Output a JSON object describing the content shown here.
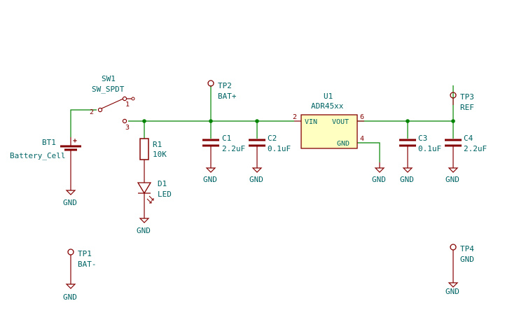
{
  "colors": {
    "wire": "#008400",
    "component": "#840000",
    "body_fill": "#ffffc2",
    "text": "#006464",
    "junction": "#008400"
  },
  "components": {
    "bt1": {
      "ref": "BT1",
      "value": "Battery_Cell",
      "plus": "+"
    },
    "sw1": {
      "ref": "SW1",
      "value": "SW_SPDT",
      "pin1": "1",
      "pin2": "2",
      "pin3": "3"
    },
    "r1": {
      "ref": "R1",
      "value": "10K"
    },
    "d1": {
      "ref": "D1",
      "value": "LED"
    },
    "c1": {
      "ref": "C1",
      "value": "2.2uF"
    },
    "c2": {
      "ref": "C2",
      "value": "0.1uF"
    },
    "u1": {
      "ref": "U1",
      "value": "ADR45xx",
      "vin": "VIN",
      "vout": "VOUT",
      "gnd": "GND",
      "pin_vin": "2",
      "pin_vout": "6",
      "pin_gnd": "4"
    },
    "c3": {
      "ref": "C3",
      "value": "0.1uF"
    },
    "c4": {
      "ref": "C4",
      "value": "2.2uF"
    },
    "tp1": {
      "ref": "TP1",
      "value": "BAT-"
    },
    "tp2": {
      "ref": "TP2",
      "value": "BAT+"
    },
    "tp3": {
      "ref": "TP3",
      "value": "REF"
    },
    "tp4": {
      "ref": "TP4",
      "value": "GND"
    }
  },
  "ground_label": "GND"
}
